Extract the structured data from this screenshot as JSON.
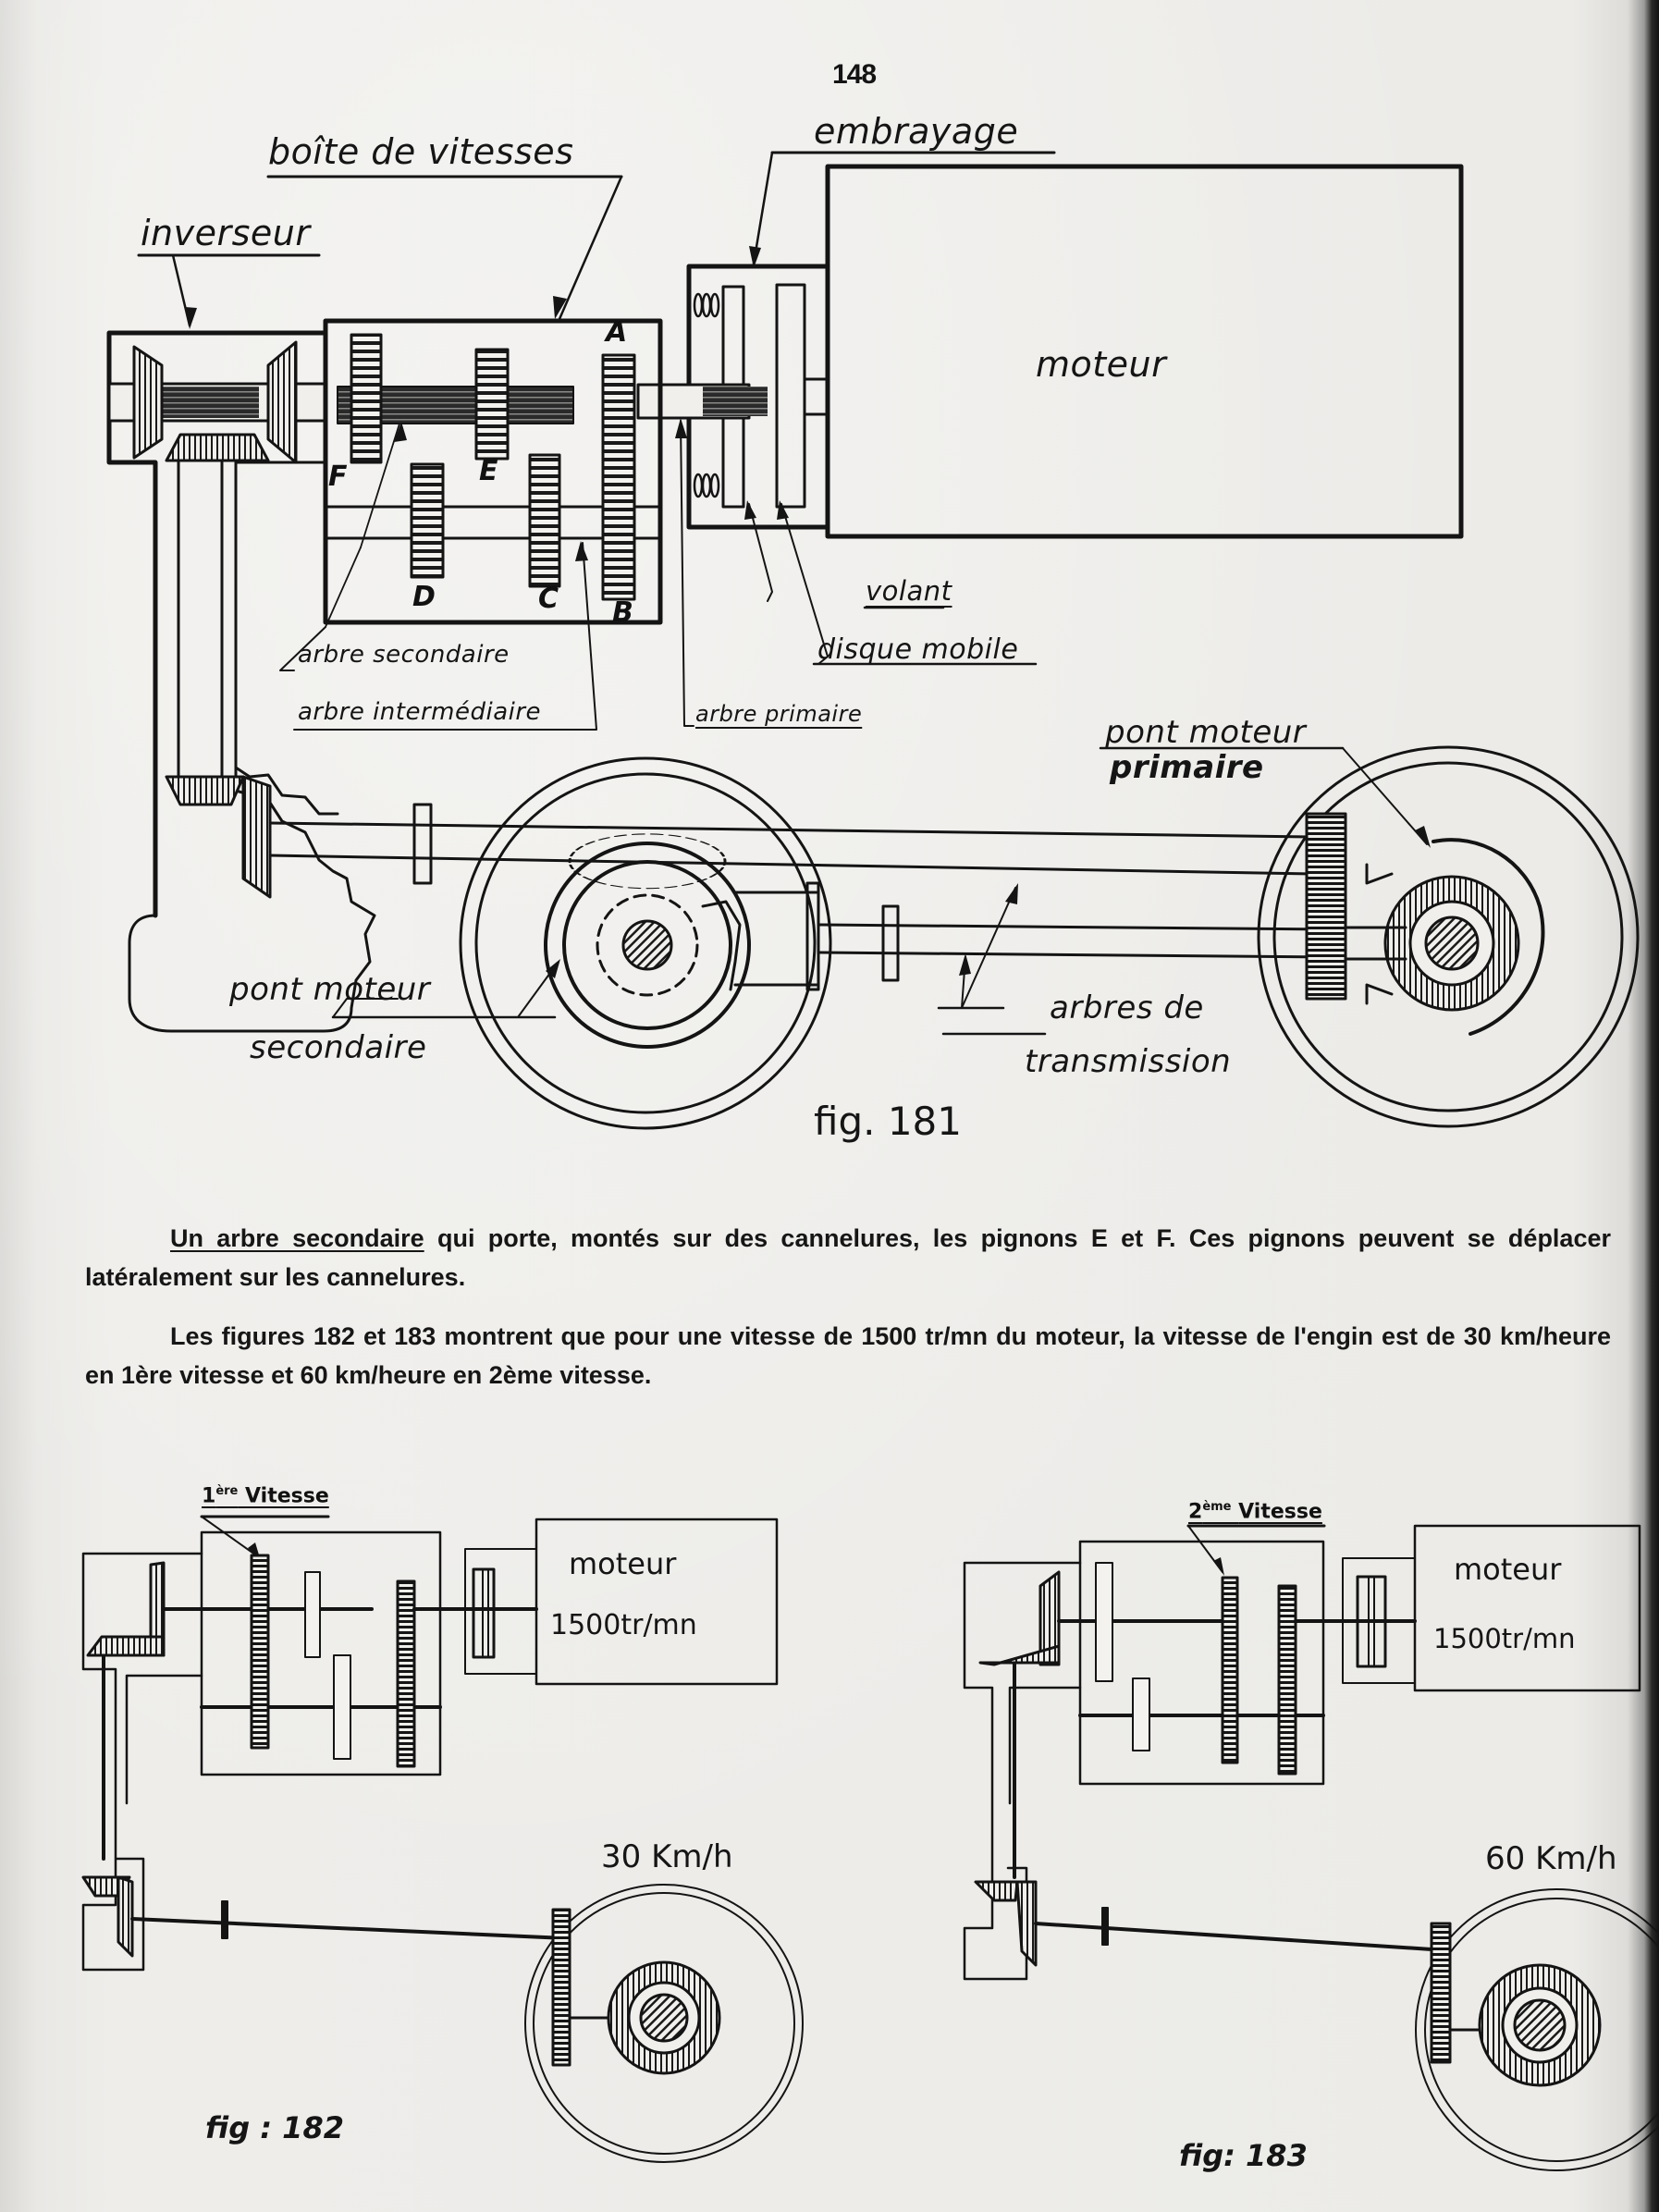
{
  "page": {
    "number": "148"
  },
  "fig181": {
    "caption": "fig. 181",
    "labels": {
      "gearbox": "boîte de vitesses",
      "reverser": "inverseur",
      "clutch": "embrayage",
      "engine": "moteur",
      "flywheel": "volant",
      "mobile_disc": "disque mobile",
      "primary_shaft": "arbre primaire",
      "secondary_shaft": "arbre secondaire",
      "intermediate_shaft": "arbre intermédiaire",
      "primary_axle_line1": "pont moteur",
      "primary_axle_line2": "primaire",
      "secondary_axle_line1": "pont moteur",
      "secondary_axle_line2": "secondaire",
      "transmission_line1": "arbres de",
      "transmission_line2": "transmission"
    },
    "gears": [
      "A",
      "B",
      "C",
      "D",
      "E",
      "F"
    ]
  },
  "text": {
    "para1_underlined": "Un arbre secondaire",
    "para1_rest": " qui porte, montés sur des cannelures, les pignons E et F. Ces pignons peuvent se déplacer latéralement sur les cannelures.",
    "para2": "Les figures 182 et 183 montrent que pour une vitesse de 1500 tr/mn du moteur, la vitesse de l'engin est de 30 km/heure en 1ère vitesse et 60 km/heure en 2ème vitesse."
  },
  "fig182": {
    "caption": "fig : 182",
    "gear_label_num": "1",
    "gear_label_sup": "ère",
    "gear_label_word": "Vitesse",
    "engine": "moteur",
    "engine_rpm": "1500tr/mn",
    "speed": "30 Km/h"
  },
  "fig183": {
    "caption": "fig: 183",
    "gear_label_num": "2",
    "gear_label_sup": "ème",
    "gear_label_word": "Vitesse",
    "engine": "moteur",
    "engine_rpm": "1500tr/mn",
    "speed": "60 Km/h"
  }
}
